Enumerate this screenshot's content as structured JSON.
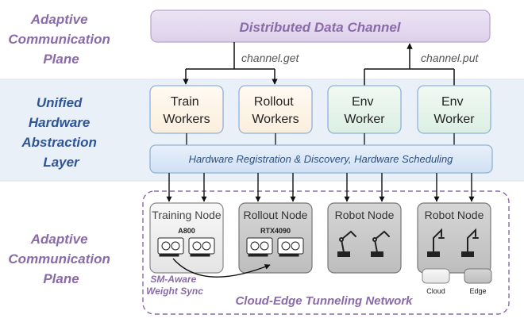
{
  "layers": {
    "top": {
      "lines": [
        "Adaptive",
        "Communication",
        "Plane"
      ]
    },
    "middle": {
      "lines": [
        "Unified",
        "Hardware",
        "Abstraction",
        "Layer"
      ]
    },
    "bottom": {
      "lines": [
        "Adaptive",
        "Communication",
        "Plane"
      ]
    }
  },
  "channel": {
    "title": "Distributed Data Channel",
    "get_label": "channel.get",
    "put_label": "channel.put"
  },
  "workers": [
    {
      "line1": "Train",
      "line2": "Workers"
    },
    {
      "line1": "Rollout",
      "line2": "Workers"
    },
    {
      "line1": "Env",
      "line2": "Worker"
    },
    {
      "line1": "Env",
      "line2": "Worker"
    }
  ],
  "hardware_bar": {
    "label": "Hardware Registration & Discovery, Hardware Scheduling"
  },
  "nodes": [
    {
      "title": "Training Node",
      "chip": "A800"
    },
    {
      "title": "Rollout Node",
      "chip": "RTX4090"
    },
    {
      "title": "Robot Node",
      "chip": ""
    },
    {
      "title": "Robot Node",
      "chip": ""
    }
  ],
  "sync": {
    "lines": [
      "SM-Aware",
      "Weight Sync"
    ]
  },
  "network": {
    "label": "Cloud-Edge Tunneling Network"
  },
  "legend": {
    "cloud": "Cloud",
    "edge": "Edge"
  },
  "colors": {
    "purple_text": "#8a6aa8",
    "blue_text": "#2f5597",
    "channel_fill": "#e6dcf0",
    "train_fill": "#fdf3e6",
    "env_fill": "#e5f2ea",
    "bar_fill": "#dce9f7",
    "band_fill": "#e9f0f8"
  }
}
